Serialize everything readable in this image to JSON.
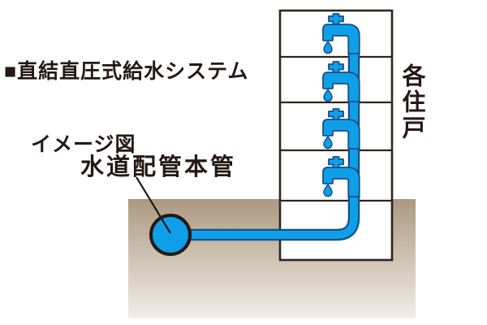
{
  "header": {
    "title": "■直結直圧式給水システム",
    "subtitle": "イメージ図"
  },
  "diagram": {
    "pipe_label": "水道配管本管",
    "units_label": "各住戸",
    "faucet_count": 4,
    "floors_above_ground": 4
  },
  "colors": {
    "water_blue": "#0F9FE8",
    "pipe_outline": "#174F85",
    "ink": "#231815",
    "building_outline": "#2B2520",
    "ground_top": "#AB9981",
    "ground_bottom": "#F2EEE7"
  }
}
